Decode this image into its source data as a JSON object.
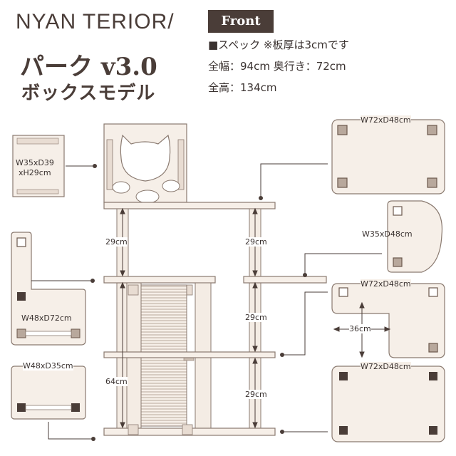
{
  "header": {
    "brand": "NYAN TERIOR/",
    "title_line1": "パーク v3.0",
    "title_line2": "ボックスモデル",
    "view_badge": "Front"
  },
  "spec": {
    "line1": "■スペック ※板厚は3cmです",
    "line2": "全幅：94cm 奥行き：72cm",
    "line3": "全高：134cm"
  },
  "parts": {
    "box": "W35xD39\nxH29cm",
    "box_line1": "W35xD39",
    "box_line2": "xH29cm",
    "top_right_board": "W72xD48cm",
    "small_round_board": "W35xD48cm",
    "l_board_left": "W48xD72cm",
    "cutout_board": "W72xD48cm",
    "cutout_width": "36cm",
    "small_left_board": "W48xD35cm",
    "base_board": "W72xD48cm"
  },
  "dimensions": {
    "upper_left": "29cm",
    "upper_right": "29cm",
    "mid_right": "29cm",
    "lower_left": "64cm",
    "lower_right": "29cm"
  },
  "colors": {
    "board": "#f6efe8",
    "board_stroke": "#8a7a70",
    "post": "#f4ece4",
    "dark": "#4a3d38",
    "pad": "#6b584c"
  }
}
